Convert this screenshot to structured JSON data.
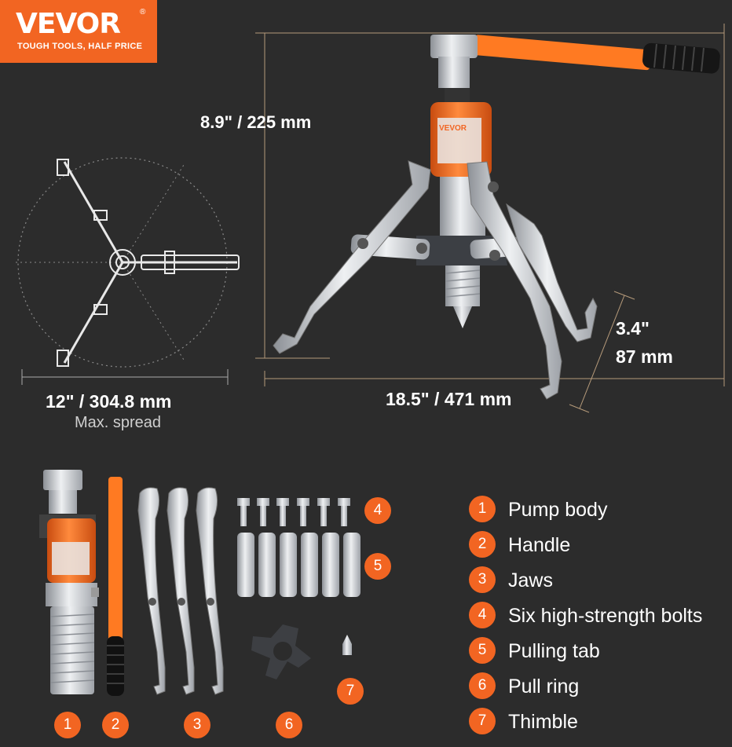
{
  "logo": {
    "brand": "VEVOR",
    "registered": "®",
    "tagline": "TOUGH TOOLS, HALF PRICE"
  },
  "dimensions": {
    "height": "8.9\" / 225 mm",
    "spread": "12\" / 304.8 mm",
    "spread_caption": "Max. spread",
    "width": "18.5\" / 471 mm",
    "depth_in": "3.4\"",
    "depth_mm": "87 mm"
  },
  "product_label": "VEVOR",
  "parts_badges": [
    "1",
    "2",
    "3",
    "4",
    "5",
    "6",
    "7"
  ],
  "legend": [
    {
      "number": "1",
      "label": "Pump body"
    },
    {
      "number": "2",
      "label": "Handle"
    },
    {
      "number": "3",
      "label": "Jaws"
    },
    {
      "number": "4",
      "label": "Six high-strength bolts"
    },
    {
      "number": "5",
      "label": "Pulling tab"
    },
    {
      "number": "6",
      "label": "Pull ring"
    },
    {
      "number": "7",
      "label": "Thimble"
    }
  ],
  "colors": {
    "accent": "#f26522",
    "background": "#2c2c2c",
    "steel": "#c9ccd0",
    "rubber": "#111111"
  }
}
